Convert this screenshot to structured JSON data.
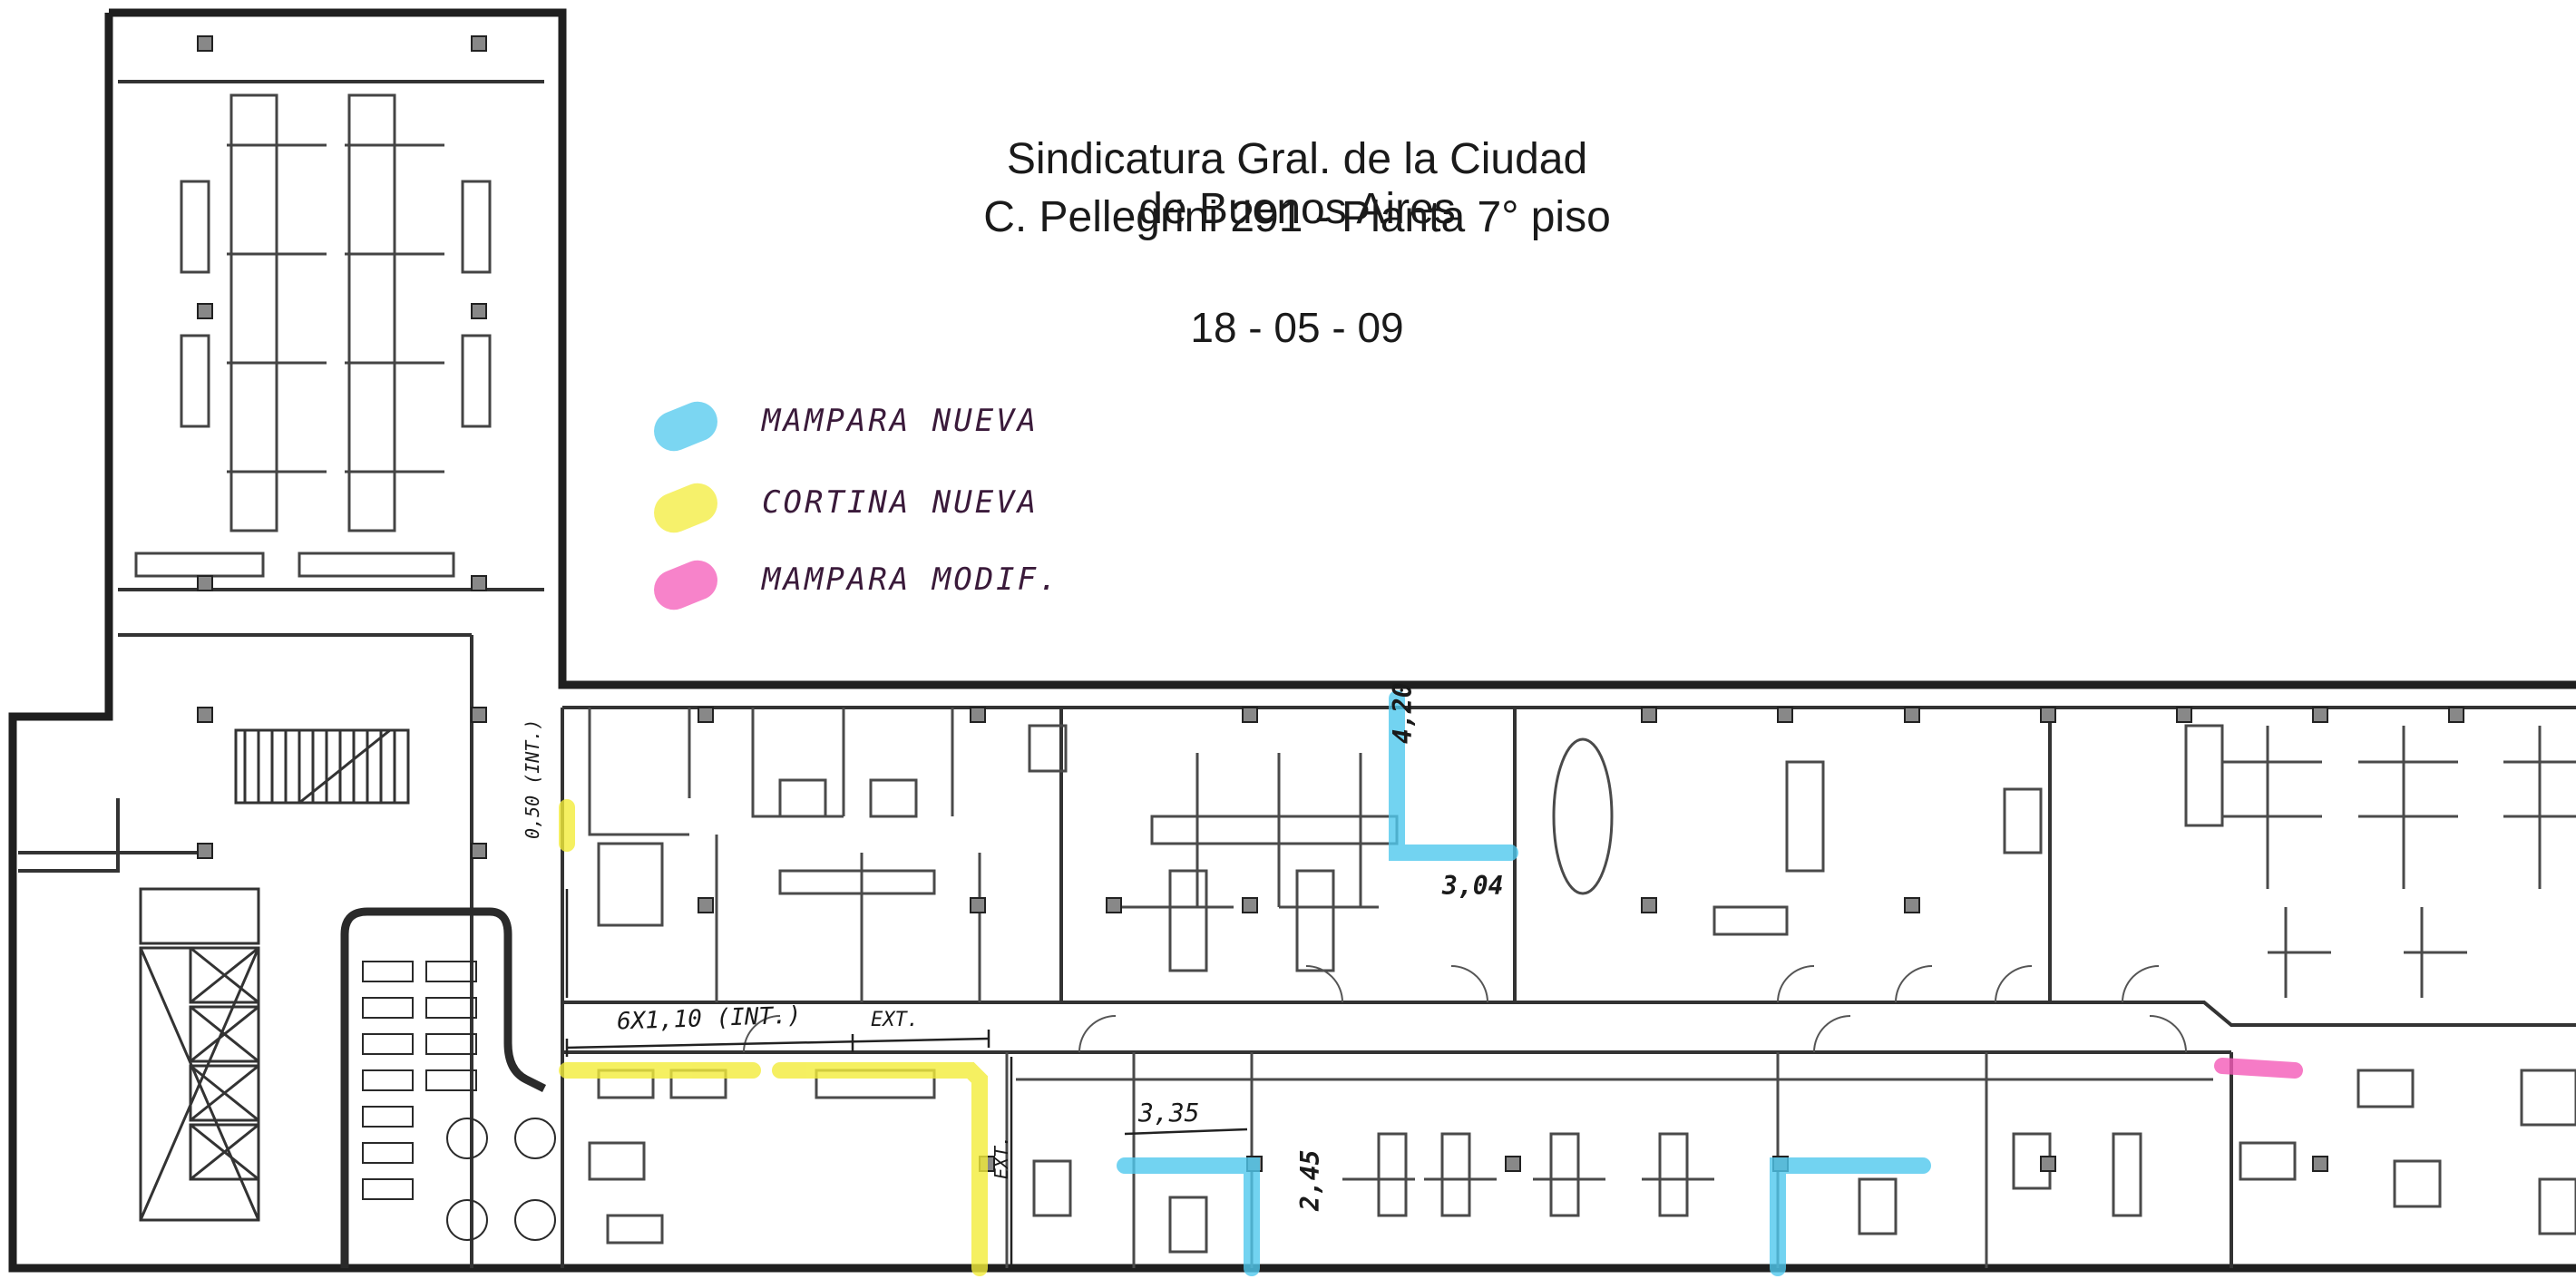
{
  "header": {
    "title_line1": "Sindicatura Gral. de la Ciudad de Buenos Aires",
    "title_line2": "C. Pellegrini 291 - Planta 7° piso",
    "date": "18 - 05 - 09"
  },
  "legend": [
    {
      "label": "MAMPARA   NUEVA",
      "color": "#4fc8ee"
    },
    {
      "label": "CORTINA   NUEVA",
      "color": "#f3ec3a"
    },
    {
      "label": "MAMPARA   MODIF.",
      "color": "#f45ab8"
    }
  ],
  "annotations": {
    "curtain_run": "6X1,10  (INT.)",
    "curtain_ext": "EXT.",
    "upper_height": "4,20",
    "bottom_width": "3,35",
    "bottom_height": "2,45",
    "window_left": "0,50 (INT.)",
    "ext_vertical": "EXT.",
    "room_measure": "3,04"
  },
  "colors": {
    "wall": "#1f1f1f",
    "partition": "#4a4a4a",
    "mampara_nueva": "#4fc8ee",
    "cortina_nueva": "#f3ec3a",
    "mampara_modif": "#f45ab8"
  }
}
